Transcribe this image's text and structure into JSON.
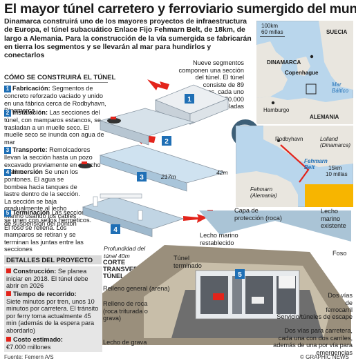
{
  "title": "El mayor túnel carretero y ferroviario sumergido del mundo",
  "intro": "Dinamarca construirá uno de los mayores proyectos de infraestructura de Europa, el túnel subacuático Enlace Fijo Fehmarn Belt, de 18km, de largo a Alemania. Para la construcción de la vía sumergida se fabricarán en tierra los segmentos y se llevarán al mar para hundirlos y conectarlos",
  "how_heading": "CÓMO SE CONSTRUIRÁ EL TÚNEL",
  "steps": [
    {
      "n": "1",
      "title": "Fabricación:",
      "text": "Segmentos de concreto reforzado vaciado y unido en una fábrica cerca de Rodbyhavn, Dinamarca"
    },
    {
      "n": "2",
      "title": "Instalación:",
      "text": "Las secciones del túnel, con mamparos estancos, se trasladan a un muelle seco. El muelle seco se inunda con agua de mar"
    },
    {
      "n": "3",
      "title": "Transporte:",
      "text": "Remolcadores llevan la sección hasta un pozo excavado previamente en el lecho marino"
    },
    {
      "n": "4",
      "title": "Inmersión",
      "text": "Se unen los pontones. El agua se bombea hacia tanques de lastre dentro de la sección. La sección se baja gradualmente al lecho marino usando los cables de suspensión del pontón"
    },
    {
      "n": "5",
      "title": "Terminación",
      "text": "Las secciones se unen con sellos herméticos. El foso se rellena. Los mamparos se retiran y se terminan las juntas entre las secciones"
    }
  ],
  "segments_note": "Nueve segmentos componen una sección del túnel. El túnel consiste de 89 elementos, cada uno pesa más de 70.000 toneladas",
  "dim_217": "217m",
  "dim_42": "42m",
  "depth_label": "Profundidad del túnel 40m",
  "details_heading": "DETALLES DEL PROYECTO",
  "details": [
    {
      "title": "Construcción:",
      "text": "Se planea iniciar en 2018. El túnel debe abrir en 2026"
    },
    {
      "title": "Tiempo de recorrido:",
      "text": "Siete minutos por tren, unos 10 minutos por carretera. El tránsito por ferry toma actualmente 45 min (además de la espera para abordarlo)"
    },
    {
      "title": "Costo estimado:",
      "text": "€7.000 millones"
    }
  ],
  "cross_section_heading": "CORTE TRANSVERSAL DEL TÚNEL",
  "cross_labels": {
    "protection": "Capa de protección (roca)",
    "seabed_restored": "Lecho marino restablecido",
    "existing": "Lecho marino existente",
    "trench": "Foso",
    "finished": "Túnel terminado",
    "general_fill": "Relleno general (arena)",
    "rock_fill": "Relleno de roca (roca triturada o grava)",
    "gravel_bed": "Lecho de grava",
    "rail": "Dos vías de ferrocarril",
    "service": "Servicio/túneles de escape",
    "road": "Dos vías para carretera, cada una con dos carriles, además de una por vía para emergencias"
  },
  "map": {
    "scale_km": "100km",
    "scale_mi": "60 millas",
    "suecia": "SUECIA",
    "dinamarca": "DINAMARCA",
    "copenhague": "Copenhague",
    "mar_baltico": "Mar Báltico",
    "hamburgo": "Hamburgo",
    "alemania": "ALEMANIA",
    "rodbyhavn": "Rodbyhavn",
    "lolland": "Lolland (Dinamarca)",
    "fehmarn_belt": "Fehmarn Belt",
    "fehmarn": "Fehmarn (Alemania)",
    "inset_km": "15km",
    "inset_mi": "10 millas"
  },
  "source": "Fuente: Femern A/S",
  "credit": "© GRAPHIC NEWS",
  "colors": {
    "accent_blue": "#1f6fb5",
    "accent_red": "#e3241b",
    "sea": "#b9d6ec",
    "land": "#e9e6df"
  }
}
